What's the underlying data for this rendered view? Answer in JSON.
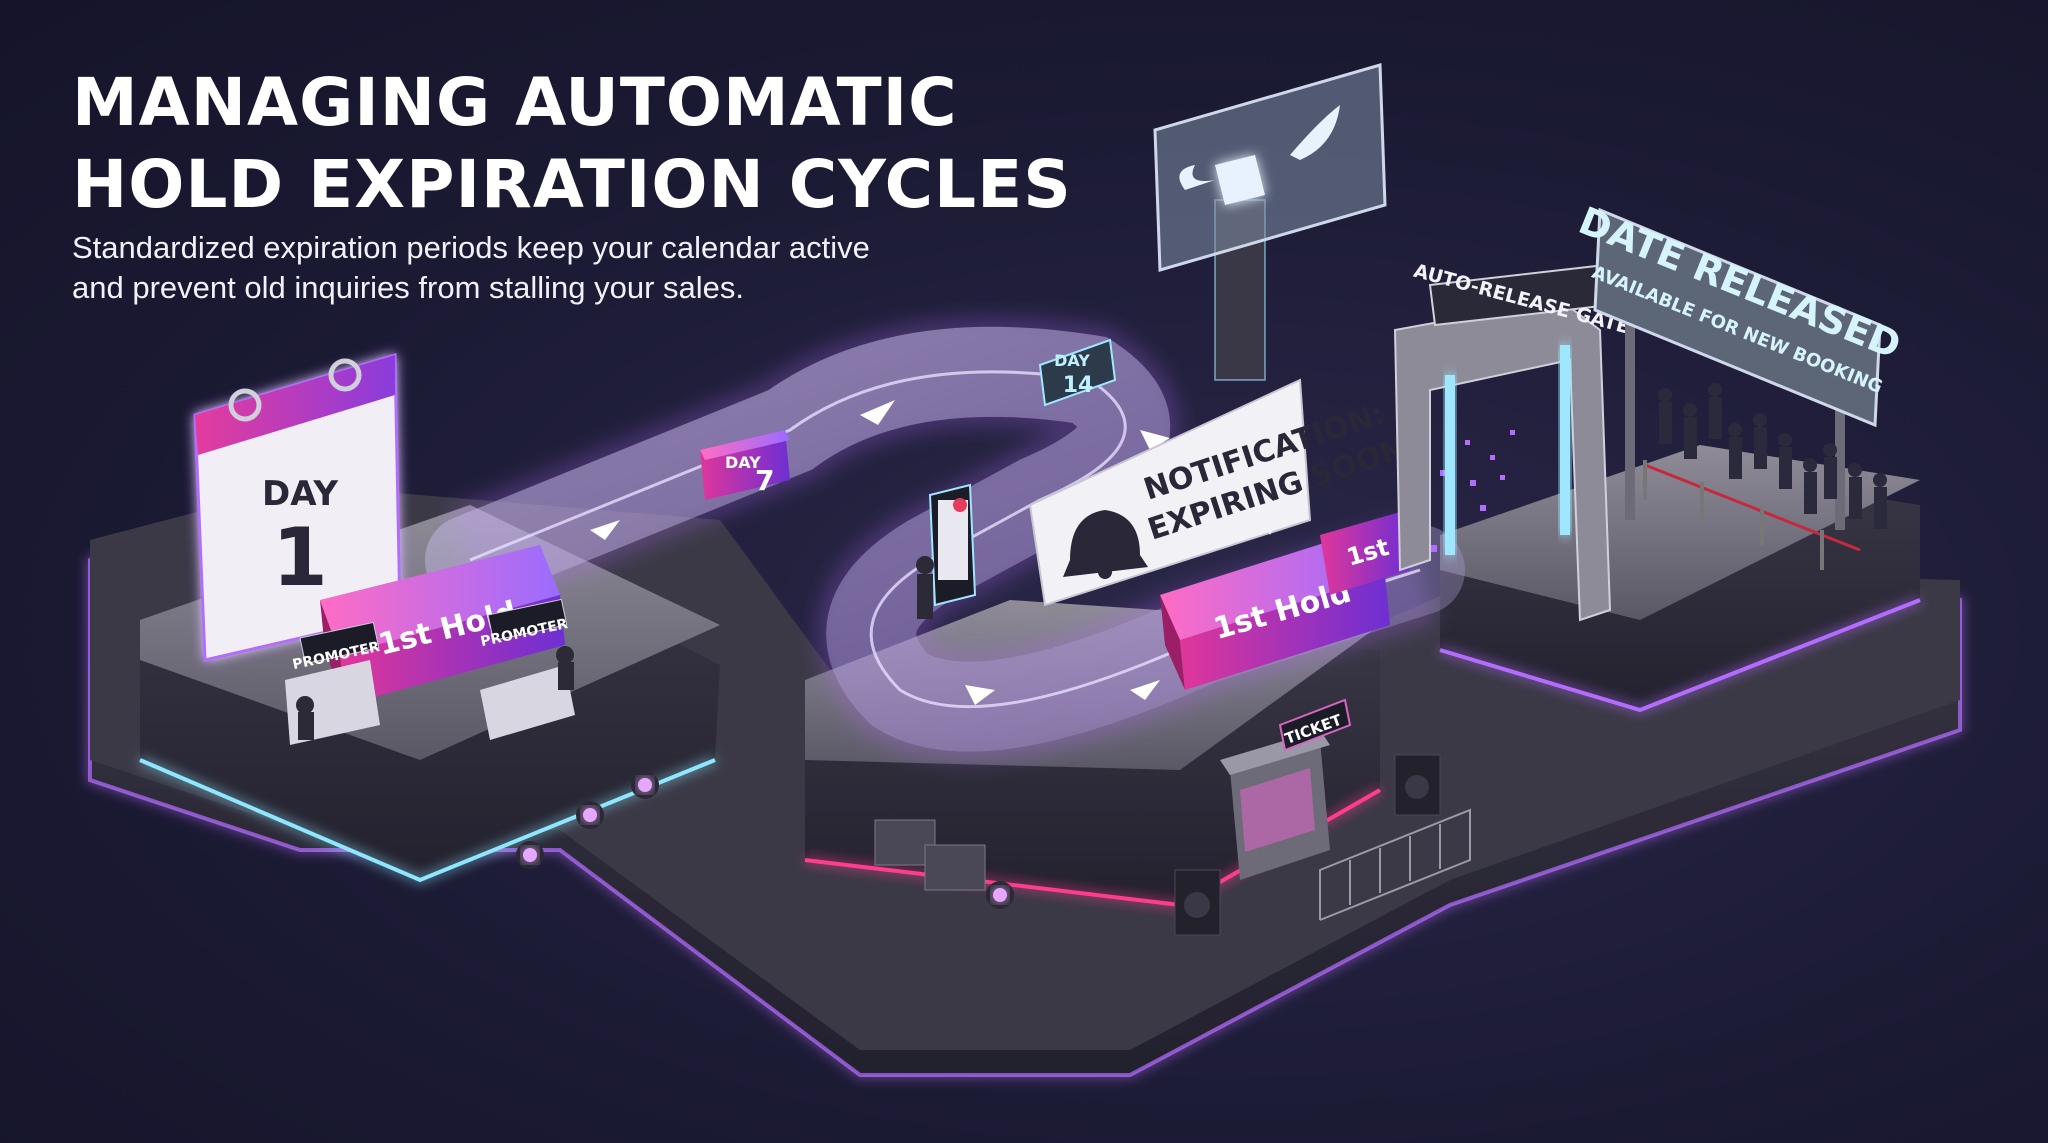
{
  "header": {
    "title_line1": "MANAGING AUTOMATIC",
    "title_line2": "HOLD EXPIRATION CYCLES",
    "subtitle_line1": "Standardized expiration periods keep your calendar active",
    "subtitle_line2": "and prevent old inquiries from stalling your sales."
  },
  "calendar": {
    "day_label": "DAY",
    "day_number": "1"
  },
  "day_markers": [
    {
      "label": "DAY",
      "number": "7"
    },
    {
      "label": "DAY",
      "number": "14"
    }
  ],
  "hold_blocks": {
    "first": "1st Hold",
    "second": "1st Hold",
    "fragment": "1st"
  },
  "promoter_signs": [
    "PROMOTER",
    "PROMOTER"
  ],
  "notification": {
    "line1": "NOTIFICATION:",
    "line2": "EXPIRING SOON"
  },
  "gate": {
    "label": "AUTO-RELEASE GATE"
  },
  "release_sign": {
    "line1": "DATE RELEASED",
    "line2": "AVAILABLE FOR NEW BOOKING"
  },
  "ticket_booth": {
    "label": "TICKET"
  },
  "colors": {
    "background": "#1b1a33",
    "accent_magenta": "#d62f8f",
    "accent_purple": "#6a2bd6",
    "neon_cyan": "#9fe6ff",
    "neon_violet": "#b46cff"
  }
}
